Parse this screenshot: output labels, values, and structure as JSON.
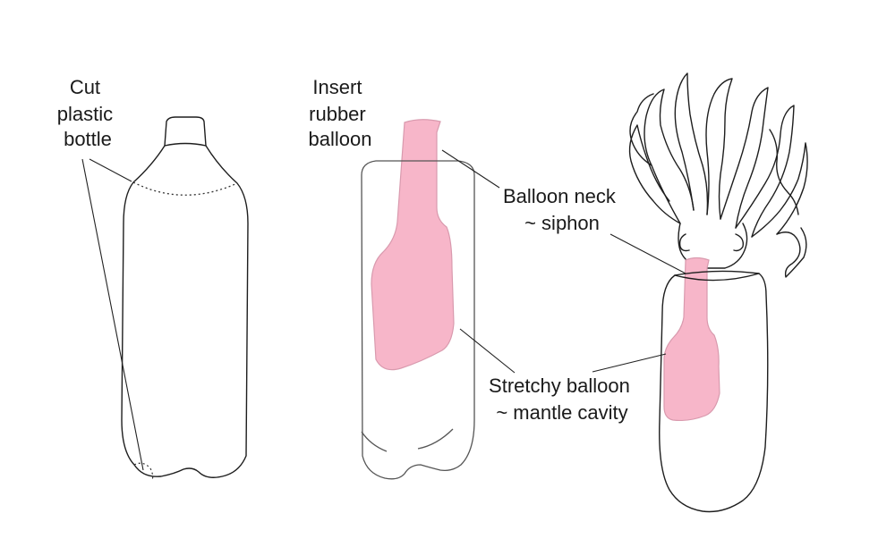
{
  "labels": {
    "cut_bottle": [
      "Cut",
      "plastic",
      "bottle"
    ],
    "insert_balloon": [
      "Insert",
      "rubber",
      "balloon"
    ],
    "balloon_neck": [
      "Balloon neck",
      "~ siphon"
    ],
    "stretchy_balloon": [
      "Stretchy balloon",
      "~ mantle cavity"
    ]
  },
  "colors": {
    "balloon_fill": "#f7b6c9",
    "ink": "#1e1e1e"
  }
}
